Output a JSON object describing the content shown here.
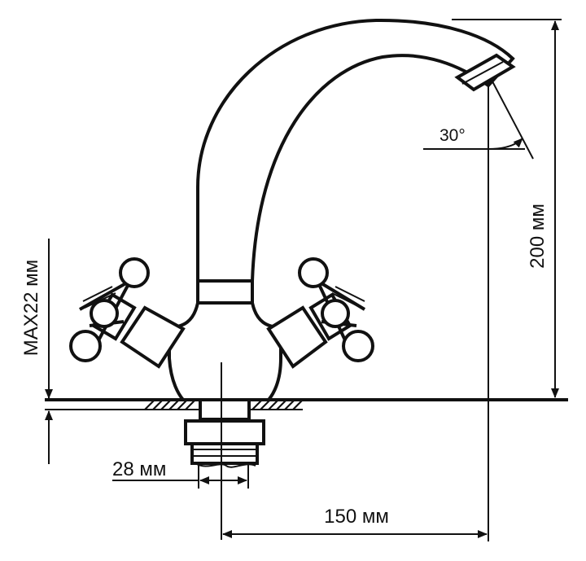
{
  "dimensions": {
    "height": "200 мм",
    "reach": "150 мм",
    "thread": "28 мм",
    "max_thickness": "MAX22 мм",
    "spout_angle": "30°"
  },
  "colors": {
    "line": "#111111",
    "background": "#ffffff"
  }
}
